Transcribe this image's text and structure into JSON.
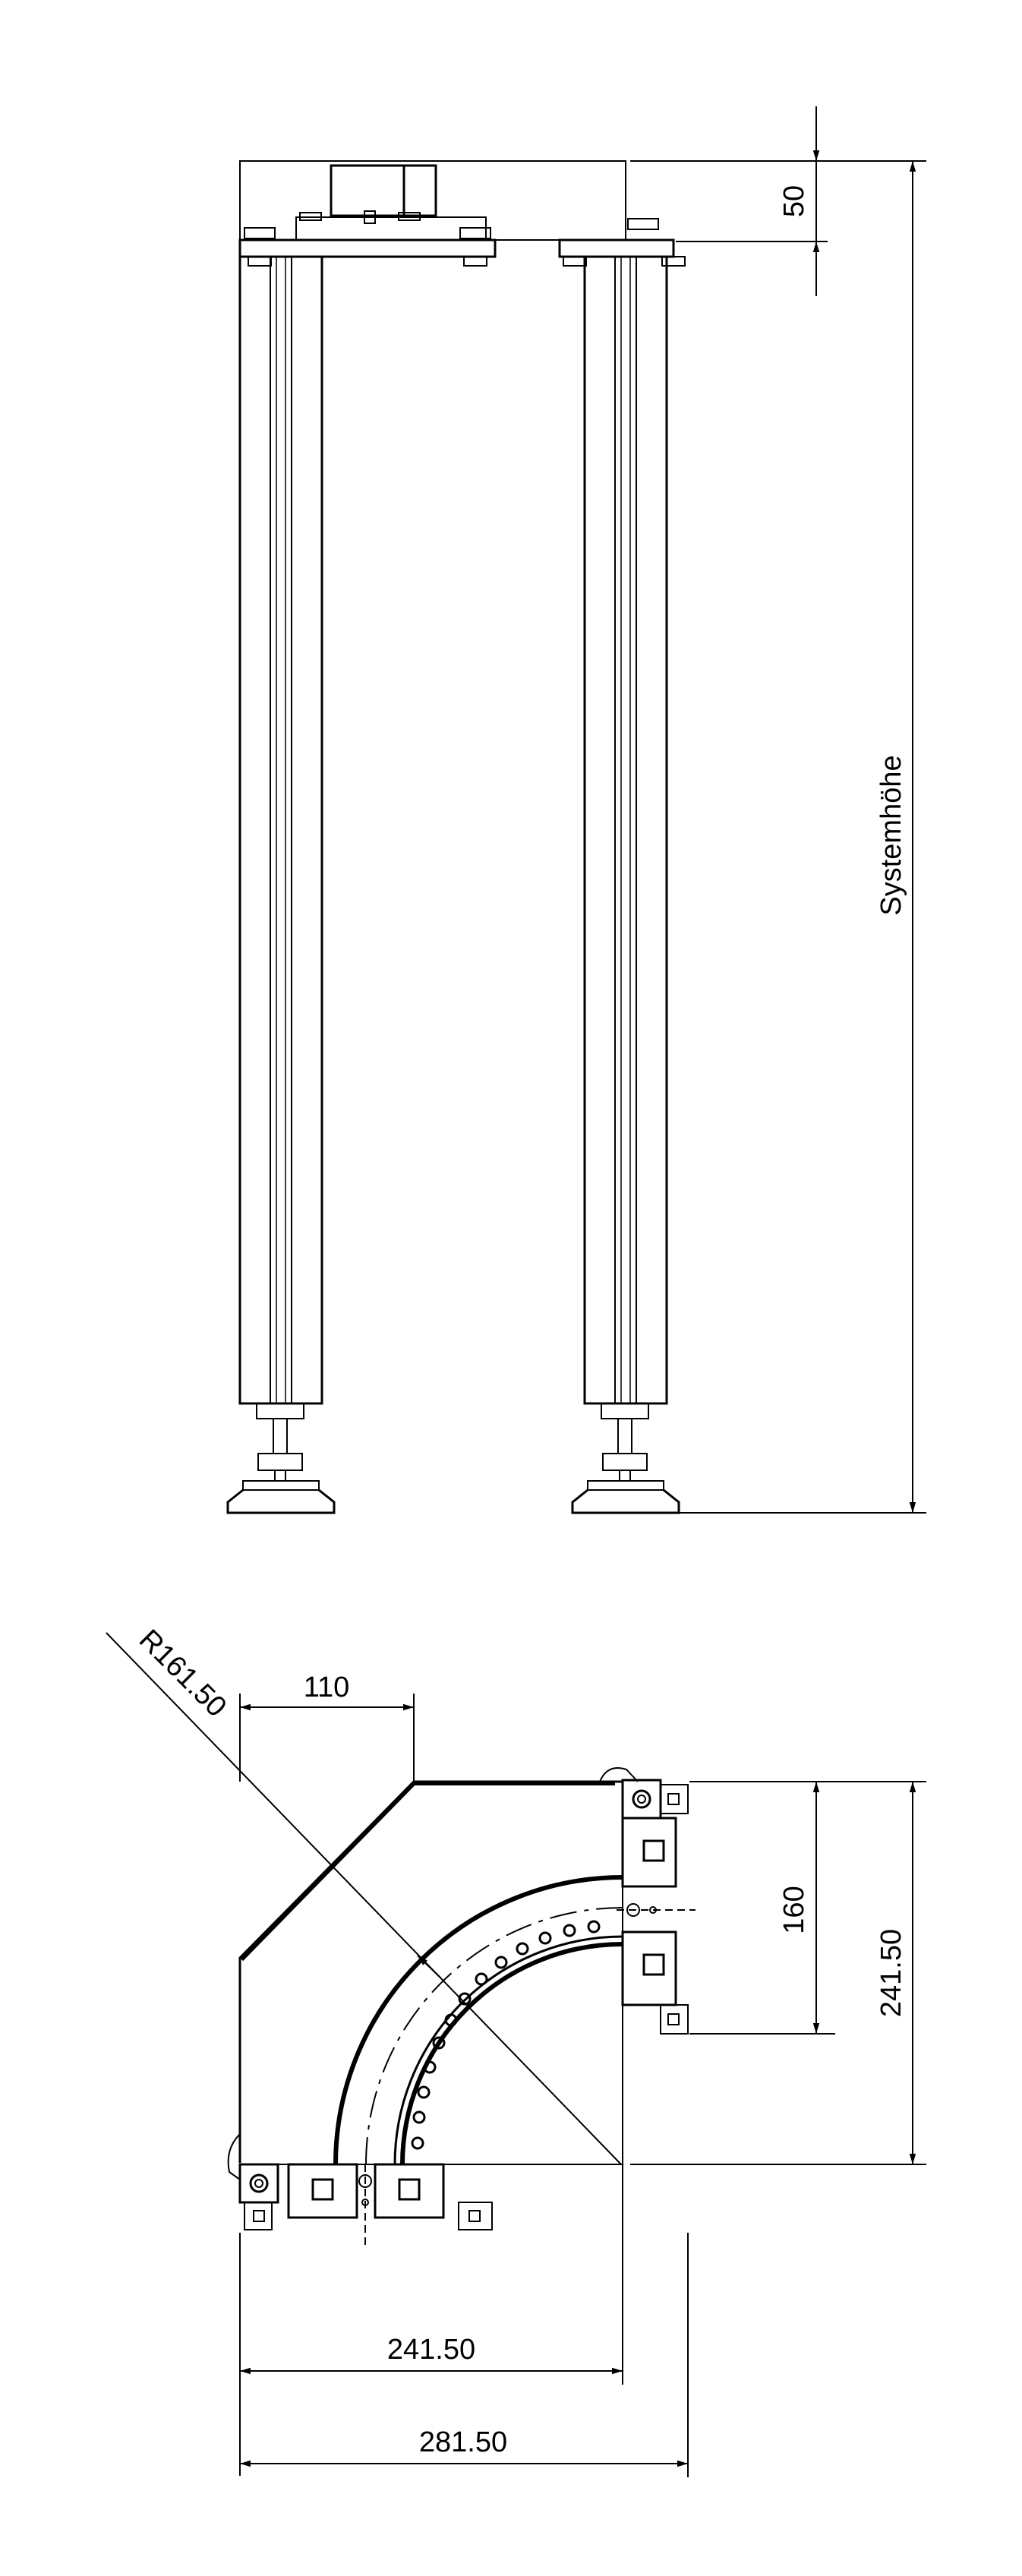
{
  "front_view": {
    "dims": {
      "top_plate_height": "50",
      "system_height": "Systemhöhe"
    }
  },
  "top_view": {
    "dims": {
      "radius": "R161.50",
      "chamfer_width": "110",
      "connector_spacing": "160",
      "inner_width": "241.50",
      "outer_width": "281.50",
      "side_height": "241.50"
    }
  }
}
